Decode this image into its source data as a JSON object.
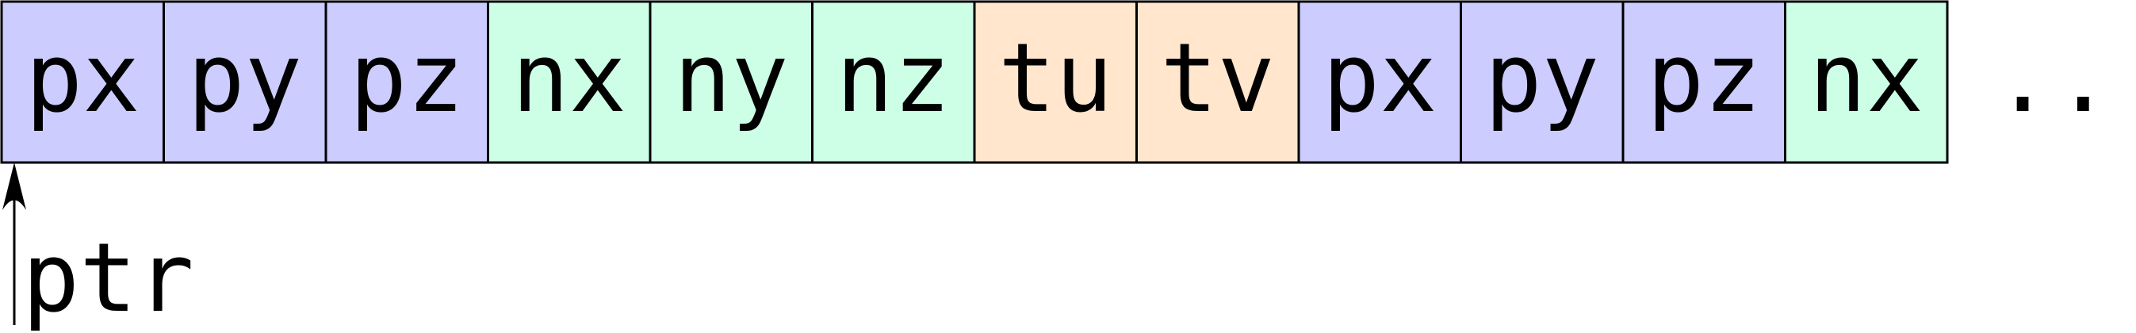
{
  "colors": {
    "position": "#ccccff",
    "normal": "#ccffe6",
    "texcoord": "#ffe6cc",
    "border": "#000000"
  },
  "cells": [
    {
      "label": "px",
      "group": "position"
    },
    {
      "label": "py",
      "group": "position"
    },
    {
      "label": "pz",
      "group": "position"
    },
    {
      "label": "nx",
      "group": "normal"
    },
    {
      "label": "ny",
      "group": "normal"
    },
    {
      "label": "nz",
      "group": "normal"
    },
    {
      "label": "tu",
      "group": "texcoord"
    },
    {
      "label": "tv",
      "group": "texcoord"
    },
    {
      "label": "px",
      "group": "position"
    },
    {
      "label": "py",
      "group": "position"
    },
    {
      "label": "pz",
      "group": "position"
    },
    {
      "label": "nx",
      "group": "normal"
    }
  ],
  "ellipsis": "...",
  "pointer_label": "ptr"
}
